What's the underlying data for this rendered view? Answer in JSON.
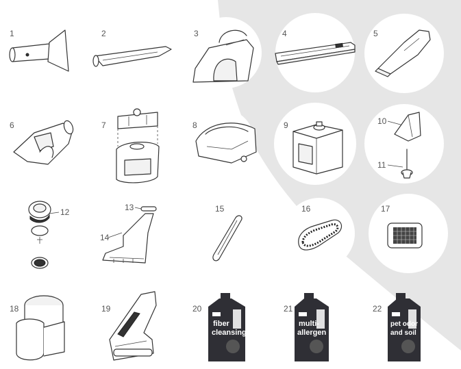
{
  "colors": {
    "background_shape": "#e6e6e6",
    "circle_fill": "#ffffff",
    "line": "#333333",
    "bottle": "#2f2f35"
  },
  "parts": [
    {
      "number": "1"
    },
    {
      "number": "2"
    },
    {
      "number": "3"
    },
    {
      "number": "4"
    },
    {
      "number": "5"
    },
    {
      "number": "6"
    },
    {
      "number": "7"
    },
    {
      "number": "8"
    },
    {
      "number": "9"
    },
    {
      "number": "10"
    },
    {
      "number": "11"
    },
    {
      "number": "12"
    },
    {
      "number": "13"
    },
    {
      "number": "14"
    },
    {
      "number": "15"
    },
    {
      "number": "16"
    },
    {
      "number": "17"
    },
    {
      "number": "18"
    },
    {
      "number": "19"
    },
    {
      "number": "20"
    },
    {
      "number": "21"
    },
    {
      "number": "22"
    }
  ],
  "bottles": [
    {
      "line1": "fiber",
      "line2": "cleansing"
    },
    {
      "line1": "multi-",
      "line2": "allergen"
    },
    {
      "line1": "pet odor",
      "line2": "and soil"
    }
  ]
}
